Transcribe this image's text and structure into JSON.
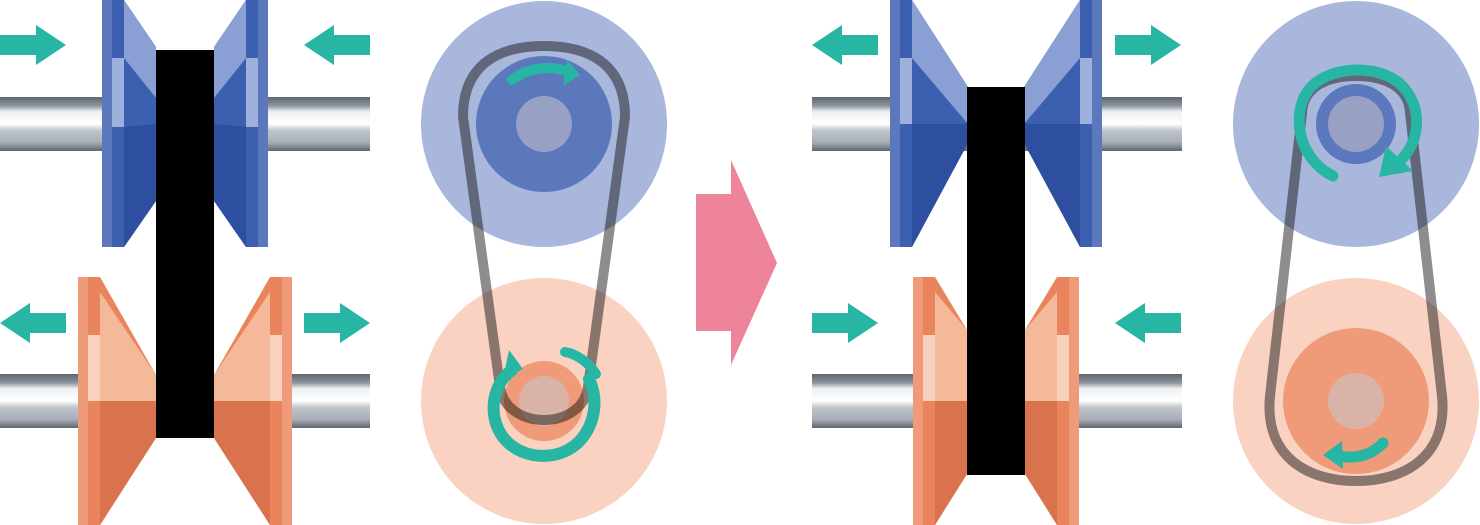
{
  "diagram": {
    "states": [
      {
        "id": "before",
        "upper_pulley": {
          "faces": "pushed-together",
          "belt_position": "outer",
          "effective_diameter": "large"
        },
        "lower_pulley": {
          "faces": "pulled-apart",
          "belt_position": "inner",
          "effective_diameter": "small"
        },
        "upper_arrows": "inward",
        "lower_arrows": "outward"
      },
      {
        "id": "after",
        "upper_pulley": {
          "faces": "pulled-apart",
          "belt_position": "inner",
          "effective_diameter": "small"
        },
        "lower_pulley": {
          "faces": "pushed-together",
          "belt_position": "outer",
          "effective_diameter": "large"
        },
        "upper_arrows": "outward",
        "lower_arrows": "inward"
      }
    ],
    "transition": "right-arrow",
    "icons": [
      "push-arrow-icon",
      "rotation-arrow-icon",
      "transition-arrow-icon"
    ]
  },
  "colors": {
    "blue_face": "#3d5faf",
    "blue_face_light": "#8a9fd3",
    "blue_face_dark": "#203f8f",
    "blue_disc": "#aab7dd",
    "blue_disc_core": "#5b78bd",
    "orange_face": "#e9845c",
    "orange_face_light": "#f4c3a3",
    "orange_face_dark": "#bd5a37",
    "orange_disc": "#f8cebd",
    "orange_disc_core": "#ef9a78",
    "hub": "#98a0c4",
    "hub_orange": "#d9b4a6",
    "belt": "#111111",
    "teal_arrow": "#27b6a4",
    "pink_arrow": "#ed8499",
    "shaft": "#b8bec4",
    "shaft_dark": "#5e6670",
    "shaft_light": "#eef0f2"
  }
}
